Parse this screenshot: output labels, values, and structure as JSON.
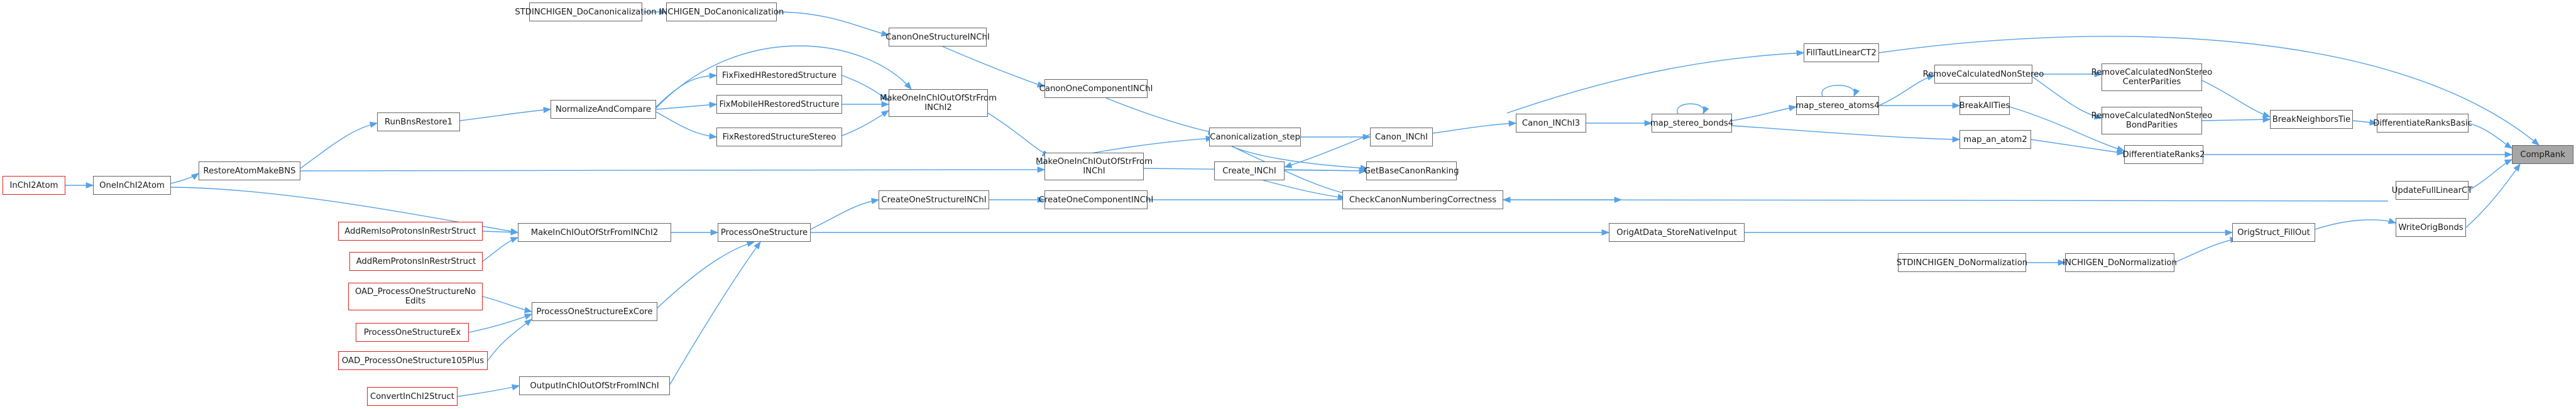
{
  "graph": {
    "edge_color": "#56a3e8",
    "node_border_color": "#666666",
    "truncated_border_color": "#e0201c",
    "root_fill_color": "#a6a6a6",
    "nodes": [
      {
        "id": "stdinchigen_docanon",
        "lines": [
          "STDINCHIGEN_DoCanonicalization"
        ]
      },
      {
        "id": "inchigen_docanon",
        "lines": [
          "INCHIGEN_DoCanonicalization"
        ]
      },
      {
        "id": "canon_one_structure",
        "lines": [
          "CanonOneStructureINChI"
        ]
      },
      {
        "id": "canon_one_component",
        "lines": [
          "CanonOneComponentINChI"
        ]
      },
      {
        "id": "canonicalization_step",
        "lines": [
          "Canonicalization_step"
        ]
      },
      {
        "id": "canon_inchi",
        "lines": [
          "Canon_INChI"
        ]
      },
      {
        "id": "canon_inchi3",
        "lines": [
          "Canon_INChI3"
        ]
      },
      {
        "id": "map_stereo_bonds4",
        "lines": [
          "map_stereo_bonds4"
        ]
      },
      {
        "id": "map_stereo_atoms4",
        "lines": [
          "map_stereo_atoms4"
        ]
      },
      {
        "id": "fill_taut_linear_ct2",
        "lines": [
          "FillTautLinearCT2"
        ]
      },
      {
        "id": "remove_calc_nonstereo",
        "lines": [
          "RemoveCalculatedNonStereo"
        ]
      },
      {
        "id": "remove_calc_center",
        "lines": [
          "RemoveCalculatedNonStereo",
          "CenterParities"
        ]
      },
      {
        "id": "remove_calc_bond",
        "lines": [
          "RemoveCalculatedNonStereo",
          "BondParities"
        ]
      },
      {
        "id": "break_all_ties",
        "lines": [
          "BreakAllTies"
        ]
      },
      {
        "id": "break_neighbors_tie",
        "lines": [
          "BreakNeighborsTie"
        ]
      },
      {
        "id": "differentiate_ranks_basic",
        "lines": [
          "DifferentiateRanksBasic"
        ]
      },
      {
        "id": "map_an_atom2",
        "lines": [
          "map_an_atom2"
        ]
      },
      {
        "id": "differentiate_ranks2",
        "lines": [
          "DifferentiateRanks2"
        ]
      },
      {
        "id": "comp_rank",
        "lines": [
          "CompRank"
        ]
      },
      {
        "id": "update_full_linear_ct",
        "lines": [
          "UpdateFullLinearCT"
        ]
      },
      {
        "id": "write_orig_bonds",
        "lines": [
          "WriteOrigBonds"
        ]
      },
      {
        "id": "get_base_canon_ranking",
        "lines": [
          "GetBaseCanonRanking"
        ]
      },
      {
        "id": "create_inchi",
        "lines": [
          "Create_INChI"
        ]
      },
      {
        "id": "check_canon_numbering",
        "lines": [
          "CheckCanonNumberingCorrectness"
        ]
      },
      {
        "id": "make_one_inchi_from_inchi",
        "lines": [
          "MakeOneInChIOutOfStrFrom",
          "INChI"
        ]
      },
      {
        "id": "make_one_inchi_from_inchi2",
        "lines": [
          "MakeOneInChIOutOfStrFrom",
          "INChI2"
        ]
      },
      {
        "id": "fix_fixed_h_restored",
        "lines": [
          "FixFixedHRestoredStructure"
        ]
      },
      {
        "id": "fix_mobile_h_restored",
        "lines": [
          "FixMobileHRestoredStructure"
        ]
      },
      {
        "id": "fix_restored_stereo",
        "lines": [
          "FixRestoredStructureStereo"
        ]
      },
      {
        "id": "normalize_and_compare",
        "lines": [
          "NormalizeAndCompare"
        ]
      },
      {
        "id": "run_bns_restore1",
        "lines": [
          "RunBnsRestore1"
        ]
      },
      {
        "id": "restore_atom_make_bns",
        "lines": [
          "RestoreAtomMakeBNS"
        ]
      },
      {
        "id": "one_inchi2atom",
        "lines": [
          "OneInChI2Atom"
        ]
      },
      {
        "id": "inchi2atom",
        "lines": [
          "InChI2Atom"
        ]
      },
      {
        "id": "create_one_structure",
        "lines": [
          "CreateOneStructureINChI"
        ]
      },
      {
        "id": "create_one_component",
        "lines": [
          "CreateOneComponentINChI"
        ]
      },
      {
        "id": "process_one_structure",
        "lines": [
          "ProcessOneStructure"
        ]
      },
      {
        "id": "make_inchi_from_inchi2",
        "lines": [
          "MakeInChIOutOfStrFromINChI2"
        ]
      },
      {
        "id": "add_remiso_protons",
        "lines": [
          "AddRemIsoProtonsInRestrStruct"
        ]
      },
      {
        "id": "add_rem_protons",
        "lines": [
          "AddRemProtonsInRestrStruct"
        ]
      },
      {
        "id": "oad_process_no_edits",
        "lines": [
          "OAD_ProcessOneStructureNo",
          "Edits"
        ]
      },
      {
        "id": "process_one_structure_ex",
        "lines": [
          "ProcessOneStructureEx"
        ]
      },
      {
        "id": "oad_process_105plus",
        "lines": [
          "OAD_ProcessOneStructure105Plus"
        ]
      },
      {
        "id": "process_one_structure_ex_core",
        "lines": [
          "ProcessOneStructureExCore"
        ]
      },
      {
        "id": "output_inchi_from_inchi",
        "lines": [
          "OutputInChIOutOfStrFromINChI"
        ]
      },
      {
        "id": "convert_inchi2struct",
        "lines": [
          "ConvertInChI2Struct"
        ]
      },
      {
        "id": "orig_atdata_store_native",
        "lines": [
          "OrigAtData_StoreNativeInput"
        ]
      },
      {
        "id": "orig_struct_fillout",
        "lines": [
          "OrigStruct_FillOut"
        ]
      },
      {
        "id": "stdinchigen_donorm",
        "lines": [
          "STDINCHIGEN_DoNormalization"
        ]
      },
      {
        "id": "inchigen_donorm",
        "lines": [
          "INCHIGEN_DoNormalization"
        ]
      }
    ]
  }
}
